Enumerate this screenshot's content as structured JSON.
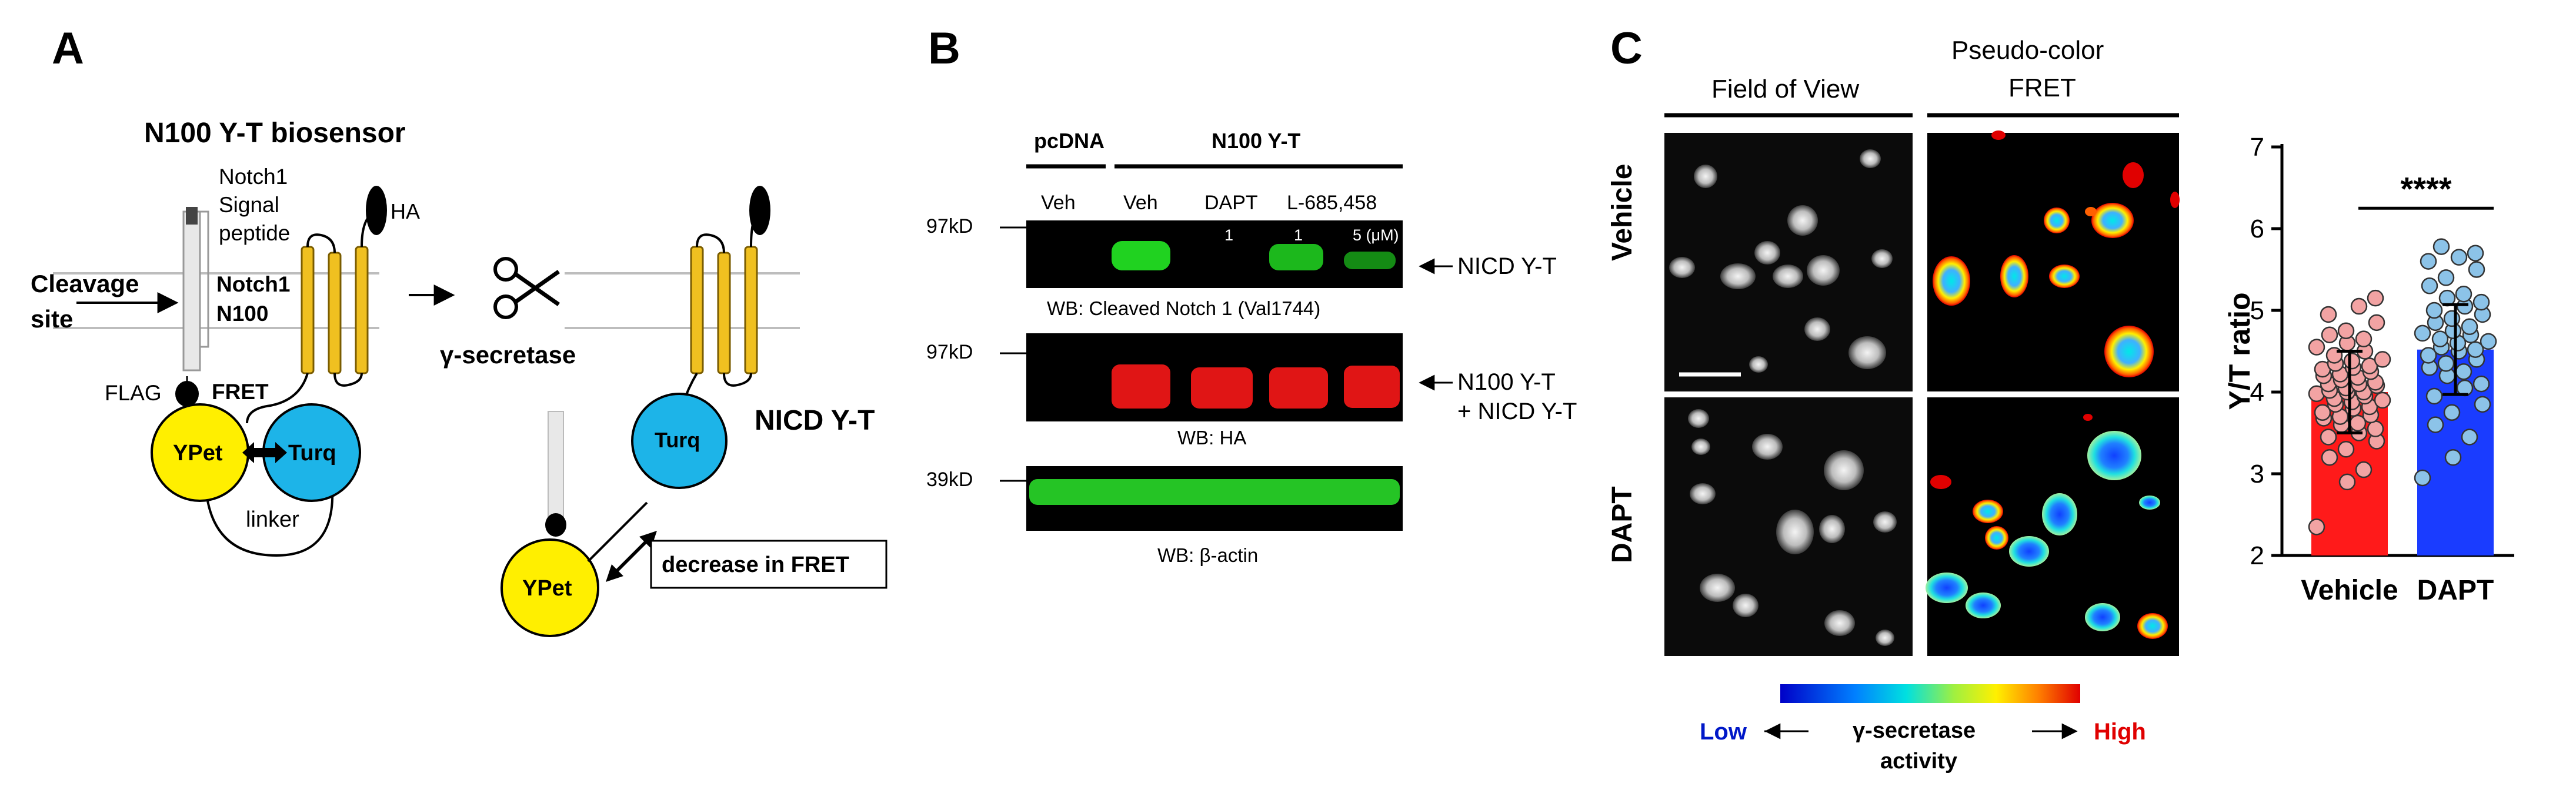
{
  "panelA": {
    "letter": "A",
    "title": "N100 Y-T biosensor",
    "signal_peptide": [
      "Notch1",
      "Signal",
      "peptide"
    ],
    "ha": "HA",
    "cleavage": [
      "Cleavage",
      "site"
    ],
    "notch_label": [
      "Notch1",
      "N100"
    ],
    "flag": "FLAG",
    "fret": "FRET",
    "ypet": "YPet",
    "turq": "Turq",
    "linker": "linker",
    "gamma_secretase": "γ-secretase",
    "nicd": "NICD Y-T",
    "decrease_fret": "decrease in FRET",
    "colors": {
      "ypet": "#FFEF00",
      "turq": "#1DB4E8",
      "helix": "#F0C020"
    }
  },
  "panelB": {
    "letter": "B",
    "group_pcdna": "pcDNA",
    "group_n100": "N100 Y-T",
    "lanes": [
      "Veh",
      "Veh",
      "DAPT",
      "L-685,458"
    ],
    "doses": [
      "1",
      "1",
      "5 (μM)"
    ],
    "mw": [
      "97kD",
      "97kD",
      "39kD"
    ],
    "blot1_label": "WB: Cleaved Notch 1 (Val1744)",
    "blot2_label": "WB: HA",
    "blot3_label": "WB: β-actin",
    "arrow1": "NICD Y-T",
    "arrow2": [
      "N100 Y-T",
      "+ NICD Y-T"
    ]
  },
  "panelC": {
    "letter": "C",
    "col1": "Field of View",
    "col2": [
      "Pseudo-color",
      "FRET"
    ],
    "row1": "Vehicle",
    "row2": "DAPT",
    "scale": {
      "low": "Low",
      "high": "High",
      "label": [
        "γ-secretase",
        "activity"
      ]
    }
  },
  "chart_data": {
    "type": "bar",
    "categories": [
      "Vehicle",
      "DAPT"
    ],
    "values": [
      4.0,
      4.52
    ],
    "errors": [
      0.5,
      0.55
    ],
    "colors": [
      "#FF1A1A",
      "#1A3CFF"
    ],
    "point_colors": [
      "#F2A3A3",
      "#8CC3E8"
    ],
    "ylabel": "Y/T ratio",
    "ylim": [
      2,
      7
    ],
    "yticks": [
      2,
      3,
      4,
      5,
      6,
      7
    ],
    "significance": "****",
    "points": {
      "Vehicle": [
        2.35,
        2.9,
        3.05,
        3.2,
        3.3,
        3.4,
        3.45,
        3.5,
        3.55,
        3.6,
        3.62,
        3.68,
        3.7,
        3.72,
        3.75,
        3.8,
        3.82,
        3.85,
        3.88,
        3.9,
        3.92,
        3.95,
        3.98,
        4.0,
        4.0,
        4.02,
        4.05,
        4.08,
        4.1,
        4.1,
        4.12,
        4.15,
        4.18,
        4.2,
        4.22,
        4.25,
        4.28,
        4.3,
        4.32,
        4.35,
        4.38,
        4.4,
        4.45,
        4.5,
        4.55,
        4.6,
        4.65,
        4.7,
        4.75,
        4.85,
        4.95,
        5.05,
        5.15
      ],
      "DAPT": [
        2.95,
        3.2,
        3.45,
        3.6,
        3.75,
        3.85,
        3.95,
        4.05,
        4.1,
        4.2,
        4.25,
        4.3,
        4.35,
        4.4,
        4.45,
        4.5,
        4.52,
        4.55,
        4.6,
        4.62,
        4.65,
        4.7,
        4.72,
        4.75,
        4.8,
        4.85,
        4.9,
        4.95,
        5.0,
        5.05,
        5.1,
        5.15,
        5.2,
        5.3,
        5.4,
        5.5,
        5.6,
        5.65,
        5.7,
        5.78
      ]
    }
  }
}
